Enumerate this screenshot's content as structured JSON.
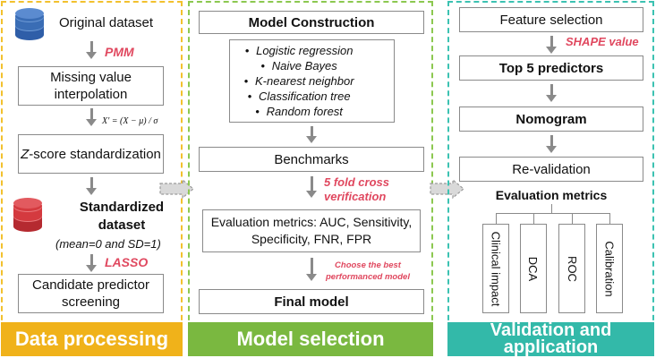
{
  "panel1": {
    "footer": "Data processing",
    "original_dataset": "Original dataset",
    "pmm": "PMM",
    "missing_value": "Missing value interpolation",
    "formula": "X′ = (X − μ) / σ",
    "zscore_em": "Z",
    "zscore_rest": "-score standardization",
    "standardized": "Standardized dataset",
    "mean_sd": "(mean=0 and SD=1)",
    "lasso": "LASSO",
    "candidate": "Candidate predictor screening"
  },
  "panel2": {
    "footer": "Model selection",
    "model_construction": "Model Construction",
    "models": [
      "Logistic regression",
      "Naive Bayes",
      "K-nearest neighbor",
      "Classification tree",
      "Random forest"
    ],
    "benchmarks": "Benchmarks",
    "cv_line1": "5 fold cross",
    "cv_line2": "verification",
    "eval": "Evaluation metrics: AUC, Sensitivity, Specificity, FNR, FPR",
    "choose_line1": "Choose the best",
    "choose_line2": "performanced model",
    "final_model": "Final model"
  },
  "panel3": {
    "footer": "Validation and application",
    "feature_selection": "Feature selection",
    "shape": "SHAPE value",
    "top5": "Top 5 predictors",
    "nomogram": "Nomogram",
    "revalidation": "Re-validation",
    "eval_title": "Evaluation metrics",
    "metrics": [
      "Clinical impact",
      "DCA",
      "ROC",
      "Calibration"
    ]
  },
  "colors": {
    "yellow_border": "#f2c12e",
    "yellow_footer": "#f0b21a",
    "green_border": "#8cc850",
    "green_footer": "#7ab840",
    "teal_border": "#3cc2b2",
    "teal_footer": "#33b9a9",
    "accent_red": "#e0485f",
    "database_blue": "#3a6db5",
    "database_red": "#d43a3f"
  }
}
